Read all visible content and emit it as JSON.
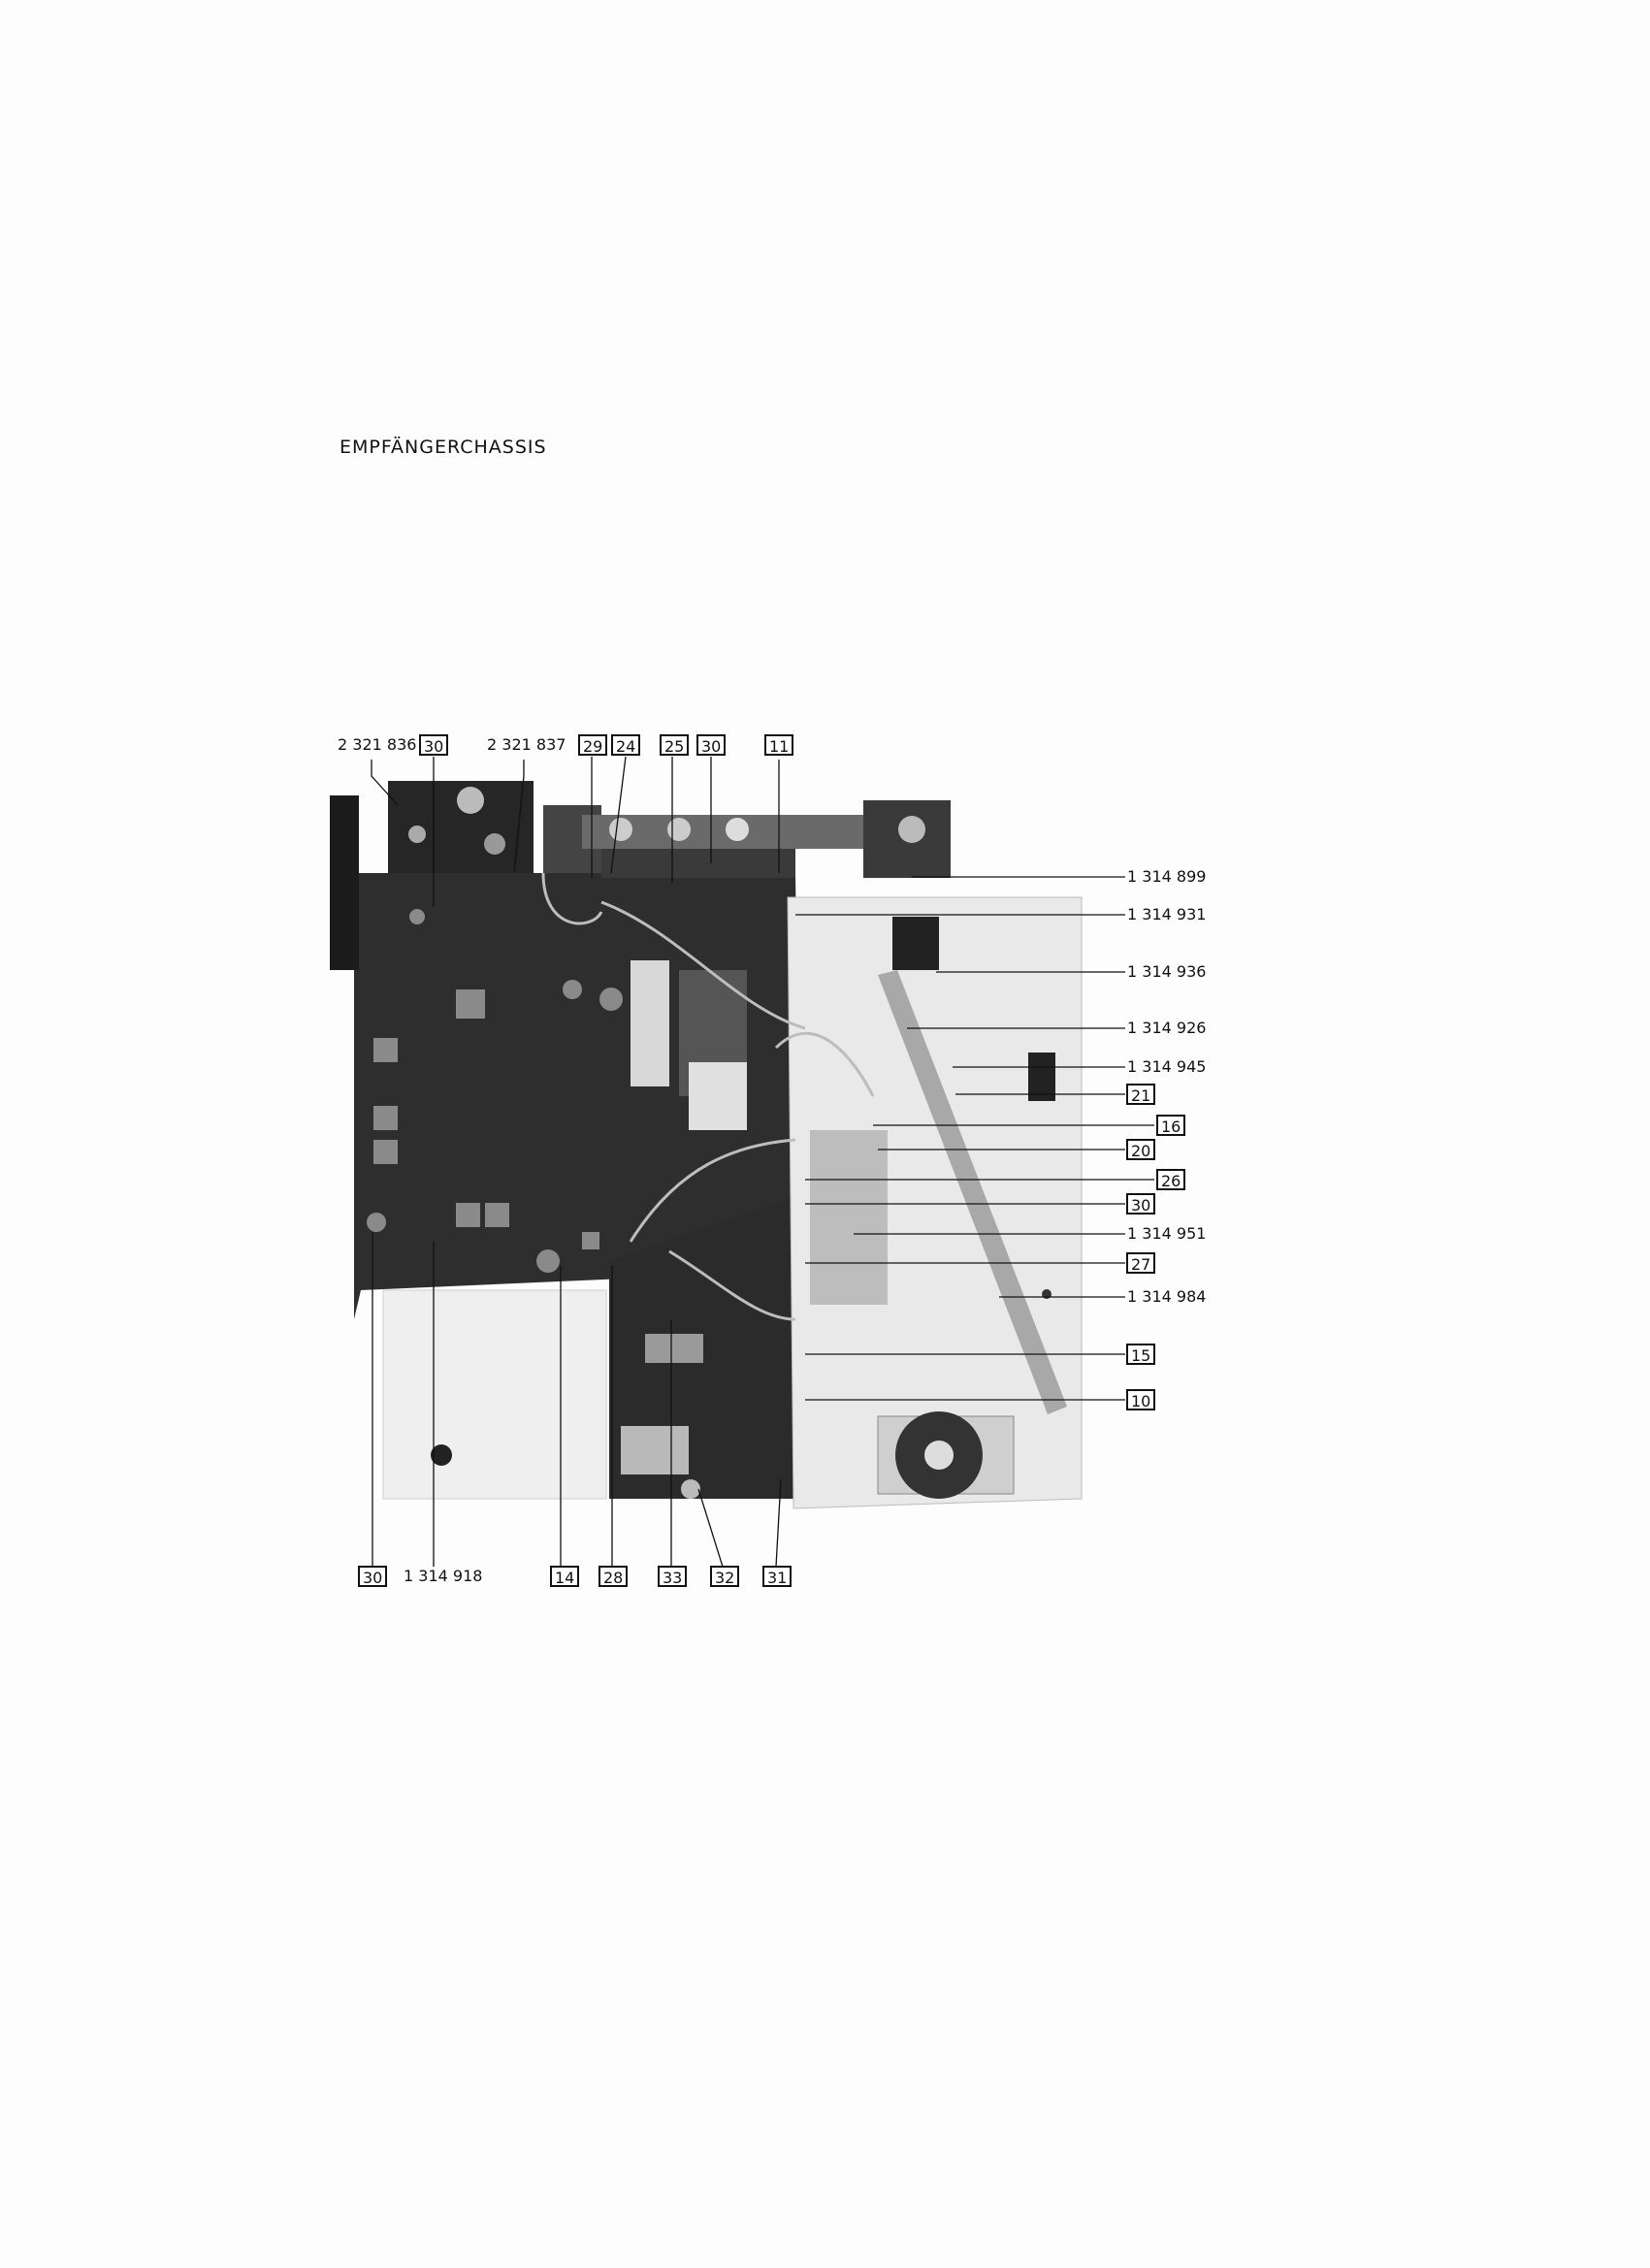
{
  "page": {
    "title": "EMPFÄNGERCHASSIS"
  },
  "photo": {
    "description_icon": "receiver-chassis-photo"
  },
  "top_labels": [
    {
      "text": "2 321 836"
    },
    {
      "text": "30"
    },
    {
      "text": "2 321 837"
    },
    {
      "text": "29"
    },
    {
      "text": "24"
    },
    {
      "text": "25"
    },
    {
      "text": "30"
    },
    {
      "text": "11"
    }
  ],
  "right_labels": [
    {
      "text": "1 314 899"
    },
    {
      "text": "1 314 931"
    },
    {
      "text": "1 314 936"
    },
    {
      "text": "1 314 926"
    },
    {
      "text": "1 314 945"
    },
    {
      "text": "21"
    },
    {
      "text": "16"
    },
    {
      "text": "20"
    },
    {
      "text": "26"
    },
    {
      "text": "30"
    },
    {
      "text": "1 314 951"
    },
    {
      "text": "27"
    },
    {
      "text": "1 314 984"
    },
    {
      "text": "15"
    },
    {
      "text": "10"
    }
  ],
  "bottom_labels": [
    {
      "text": "30"
    },
    {
      "text": "1 314 918"
    },
    {
      "text": "14"
    },
    {
      "text": "28"
    },
    {
      "text": "33"
    },
    {
      "text": "32"
    },
    {
      "text": "31"
    }
  ]
}
